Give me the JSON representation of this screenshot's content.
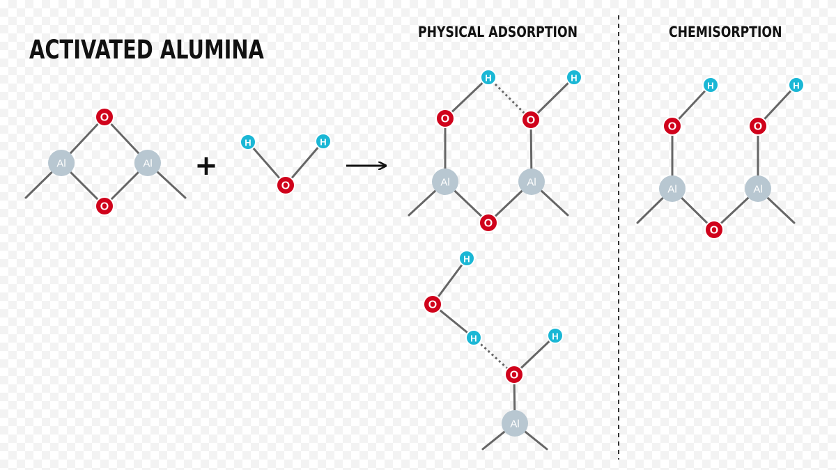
{
  "titles": {
    "main": "ACTIVATED ALUMINA",
    "physical": "PHYSICAL ADSORPTION",
    "chemical": "CHEMISORPTION"
  },
  "atom_labels": {
    "oxygen": "O",
    "hydrogen": "H",
    "aluminum": "Al"
  },
  "operators": {
    "plus": "+"
  },
  "colors": {
    "oxygen": "#d0021b",
    "hydrogen": "#1ab7d5",
    "aluminum": "#b8c7d1",
    "bond": "#666666",
    "text": "#111111"
  }
}
